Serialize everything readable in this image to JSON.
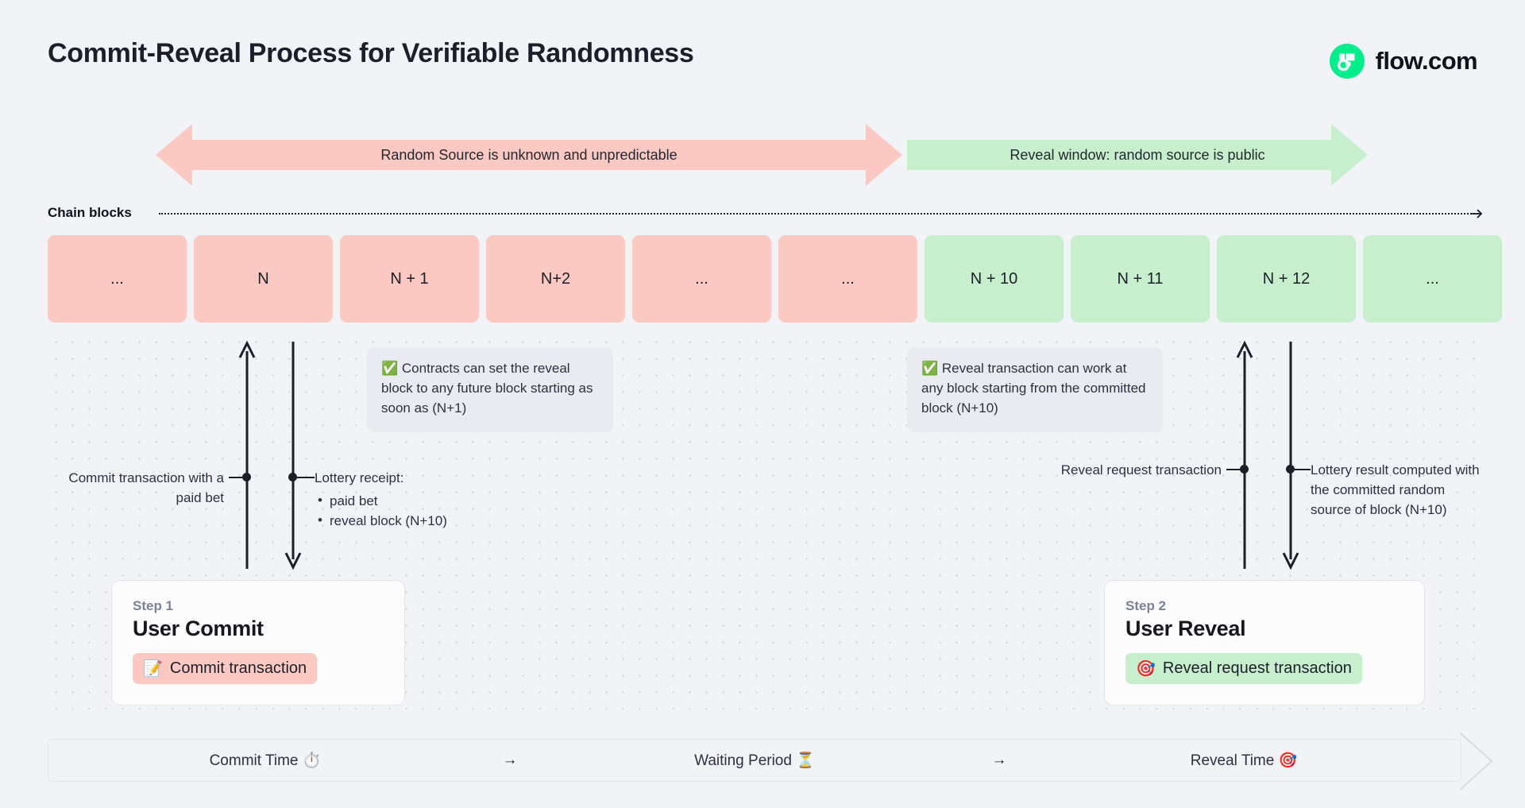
{
  "header": {
    "title": "Commit-Reveal Process for Verifiable Randomness",
    "brand_name": "flow.com",
    "brand_color": "#00ef8b"
  },
  "banners": [
    {
      "label": "Random Source is unknown and unpredictable",
      "color": "#fcc9c2",
      "direction": "double"
    },
    {
      "label": "Reveal window: random source is public",
      "color": "#c8efcd",
      "direction": "right"
    }
  ],
  "chain": {
    "label": "Chain blocks",
    "blocks": [
      {
        "label": "...",
        "state": "pink"
      },
      {
        "label": "N",
        "state": "pink"
      },
      {
        "label": "N + 1",
        "state": "pink"
      },
      {
        "label": "N+2",
        "state": "pink"
      },
      {
        "label": "...",
        "state": "pink"
      },
      {
        "label": "...",
        "state": "pink"
      },
      {
        "label": "N + 10",
        "state": "green"
      },
      {
        "label": "N + 11",
        "state": "green"
      },
      {
        "label": "N + 12",
        "state": "green"
      },
      {
        "label": "...",
        "state": "green"
      }
    ]
  },
  "callouts": {
    "left": "✅ Contracts can set the reveal block to any future block starting as soon as (N+1)",
    "right": "✅ Reveal transaction can work at any block starting from the committed block (N+10)"
  },
  "annotations": {
    "commit": "Commit transaction with a paid bet",
    "receipt_title": "Lottery receipt:",
    "receipt_items": [
      "paid bet",
      "reveal block (N+10)"
    ],
    "reveal_request": "Reveal request transaction",
    "lottery_result": "Lottery result computed with the committed random source of block (N+10)"
  },
  "cards": [
    {
      "step": "Step 1",
      "title": "User Commit",
      "pill_icon": "📝",
      "pill_label": "Commit transaction",
      "pill_color": "#fcc9c2"
    },
    {
      "step": "Step 2",
      "title": "User Reveal",
      "pill_icon": "🎯",
      "pill_label": "Reveal request transaction",
      "pill_color": "#c8efcd"
    }
  ],
  "timeline": {
    "phases": [
      {
        "label": "Commit Time ⏱️"
      },
      {
        "label": "Waiting Period ⏳"
      },
      {
        "label": "Reveal Time 🎯"
      }
    ],
    "separator": "→"
  }
}
